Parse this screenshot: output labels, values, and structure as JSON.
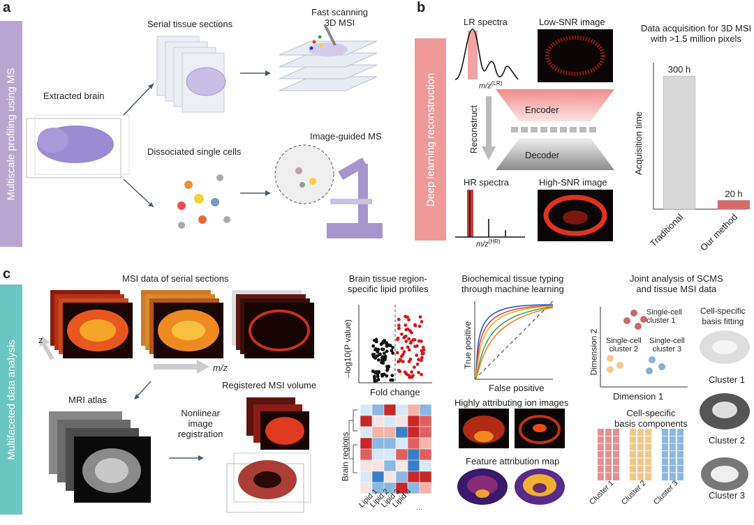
{
  "panels": {
    "a": "a",
    "b": "b",
    "c": "c"
  },
  "side_labels": {
    "multiscale": "Multiscale profiling using MS",
    "deep_learning": "Deep learning reconstruction",
    "multifaceted": "Multifaceted data analysis"
  },
  "panel_a": {
    "extracted_brain": "Extracted brain",
    "serial_sections": "Serial tissue sections",
    "fast_scanning": "Fast scanning\n3D MSI",
    "dissociated": "Dissociated single cells",
    "image_guided": "Image-guided MS"
  },
  "panel_b": {
    "lr_spectra": "LR spectra",
    "low_snr": "Low-SNR image",
    "mz_lr": "m/z",
    "mz_lr_sup": "(LR)",
    "encoder": "Encoder",
    "decoder": "Decoder",
    "reconstruct": "Reconstruct",
    "hr_spectra": "HR spectra",
    "high_snr": "High-SNR image",
    "mz_hr": "m/z",
    "mz_hr_sup": "(HR)"
  },
  "chart_data": {
    "type": "bar",
    "title": "Data acquisition for 3D MSI with >1.5 million pixels",
    "categories": [
      "Traditional",
      "Our method"
    ],
    "values": [
      300,
      20
    ],
    "data_labels": [
      "300 h",
      "20 h"
    ],
    "ylabel": "Acquisition time",
    "ylim": [
      0,
      330
    ],
    "colors": [
      "#d7d7d7",
      "#d96a6a"
    ]
  },
  "panel_c": {
    "msi_serial": "MSI data of serial sections",
    "z_label": "z",
    "mz_label": "m/z",
    "mri_atlas": "MRI atlas",
    "nonlinear": "Nonlinear\nimage\nregistration",
    "registered": "Registered MSI volume",
    "lipid_title": "Brain tissue region-\nspecific lipid profiles",
    "pvalue_label": "–log10(P value)",
    "fold_change": "Fold change",
    "brain_regions": "Brain regions",
    "lipids": [
      "Lipid 1",
      "Lipid 2",
      "Lipid 3",
      "Lipid 4",
      "..."
    ],
    "biochem_title": "Biochemical tissue typing\nthrough machine learning",
    "true_positive": "True positive",
    "false_positive": "False positive",
    "highly_attr": "Highly attributing ion images",
    "feature_map": "Feature attribution map",
    "joint_title": "Joint analysis of SCMS\nand tissue MSI data",
    "dimension1": "Dimension 1",
    "dimension2": "Dimension 2",
    "sc_cluster1": "Single-cell\ncluster 1",
    "sc_cluster2": "Single-cell\ncluster 2",
    "sc_cluster3": "Single-cell\ncluster 3",
    "basis_components": "Cell-specific\nbasis components",
    "basis_fitting": "Cell-specific\nbasis fitting",
    "clusters_bottom": [
      "Cluster 1",
      "Cluster 2",
      "Cluster 3"
    ],
    "clusters_right": [
      "Cluster 1",
      "Cluster 2",
      "Cluster 3"
    ]
  }
}
